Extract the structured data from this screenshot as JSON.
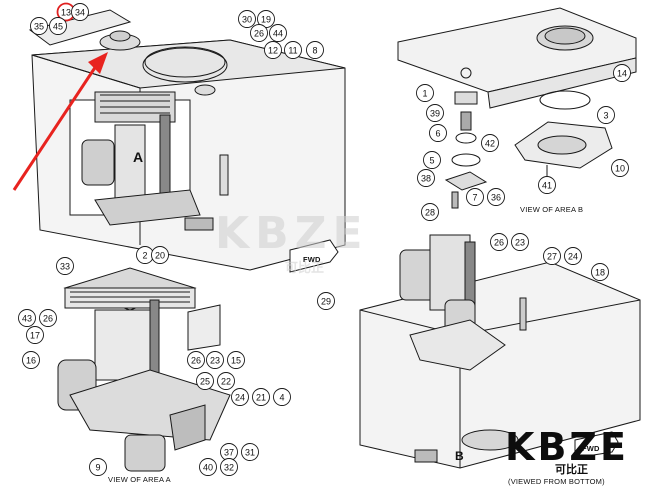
{
  "captions": {
    "view_area_a": "VIEW OF AREA A",
    "view_area_b": "VIEW OF AREA B",
    "viewed_from_bottom": "(VIEWED FROM BOTTOM)",
    "fwd_center": "FWD",
    "fwd_corner": "FWD",
    "area_a_top": "A",
    "area_b_bottom": "B"
  },
  "watermark": {
    "center_text": "KBZE",
    "center_sub": "可比正",
    "corner_text": "KBZE",
    "corner_sub": "可比正"
  },
  "callouts": [
    {
      "id": "c13",
      "label": "13",
      "highlight": true
    },
    {
      "id": "c34",
      "label": "34"
    },
    {
      "id": "c35",
      "label": "35"
    },
    {
      "id": "c45",
      "label": "45"
    },
    {
      "id": "c30",
      "label": "30"
    },
    {
      "id": "c19",
      "label": "19"
    },
    {
      "id": "c26a",
      "label": "26"
    },
    {
      "id": "c44",
      "label": "44"
    },
    {
      "id": "c12",
      "label": "12"
    },
    {
      "id": "c11",
      "label": "11"
    },
    {
      "id": "c8",
      "label": "8"
    },
    {
      "id": "c2",
      "label": "2"
    },
    {
      "id": "c20",
      "label": "20"
    },
    {
      "id": "c1",
      "label": "1"
    },
    {
      "id": "c39",
      "label": "39"
    },
    {
      "id": "c6",
      "label": "6"
    },
    {
      "id": "c42",
      "label": "42"
    },
    {
      "id": "c5",
      "label": "5"
    },
    {
      "id": "c38",
      "label": "38"
    },
    {
      "id": "c7",
      "label": "7"
    },
    {
      "id": "c36",
      "label": "36"
    },
    {
      "id": "c28",
      "label": "28"
    },
    {
      "id": "c14",
      "label": "14"
    },
    {
      "id": "c3",
      "label": "3"
    },
    {
      "id": "c10",
      "label": "10"
    },
    {
      "id": "c41",
      "label": "41"
    },
    {
      "id": "c33",
      "label": "33"
    },
    {
      "id": "c43",
      "label": "43"
    },
    {
      "id": "c26b",
      "label": "26"
    },
    {
      "id": "c17",
      "label": "17"
    },
    {
      "id": "c16",
      "label": "16"
    },
    {
      "id": "c26c",
      "label": "26"
    },
    {
      "id": "c23a",
      "label": "23"
    },
    {
      "id": "c15",
      "label": "15"
    },
    {
      "id": "c25",
      "label": "25"
    },
    {
      "id": "c22",
      "label": "22"
    },
    {
      "id": "c24a",
      "label": "24"
    },
    {
      "id": "c21",
      "label": "21"
    },
    {
      "id": "c4",
      "label": "4"
    },
    {
      "id": "c37",
      "label": "37"
    },
    {
      "id": "c31",
      "label": "31"
    },
    {
      "id": "c9",
      "label": "9"
    },
    {
      "id": "c40",
      "label": "40"
    },
    {
      "id": "c32",
      "label": "32"
    },
    {
      "id": "c26d",
      "label": "26"
    },
    {
      "id": "c23b",
      "label": "23"
    },
    {
      "id": "c27",
      "label": "27"
    },
    {
      "id": "c24b",
      "label": "24"
    },
    {
      "id": "c18",
      "label": "18"
    },
    {
      "id": "c29",
      "label": "29"
    }
  ],
  "colors": {
    "line": "#1a1a1a",
    "highlight": "#e02020",
    "arrow": "#e8231f",
    "watermark": "#cfcfcf",
    "corner_logo": "#0d0d0d"
  }
}
